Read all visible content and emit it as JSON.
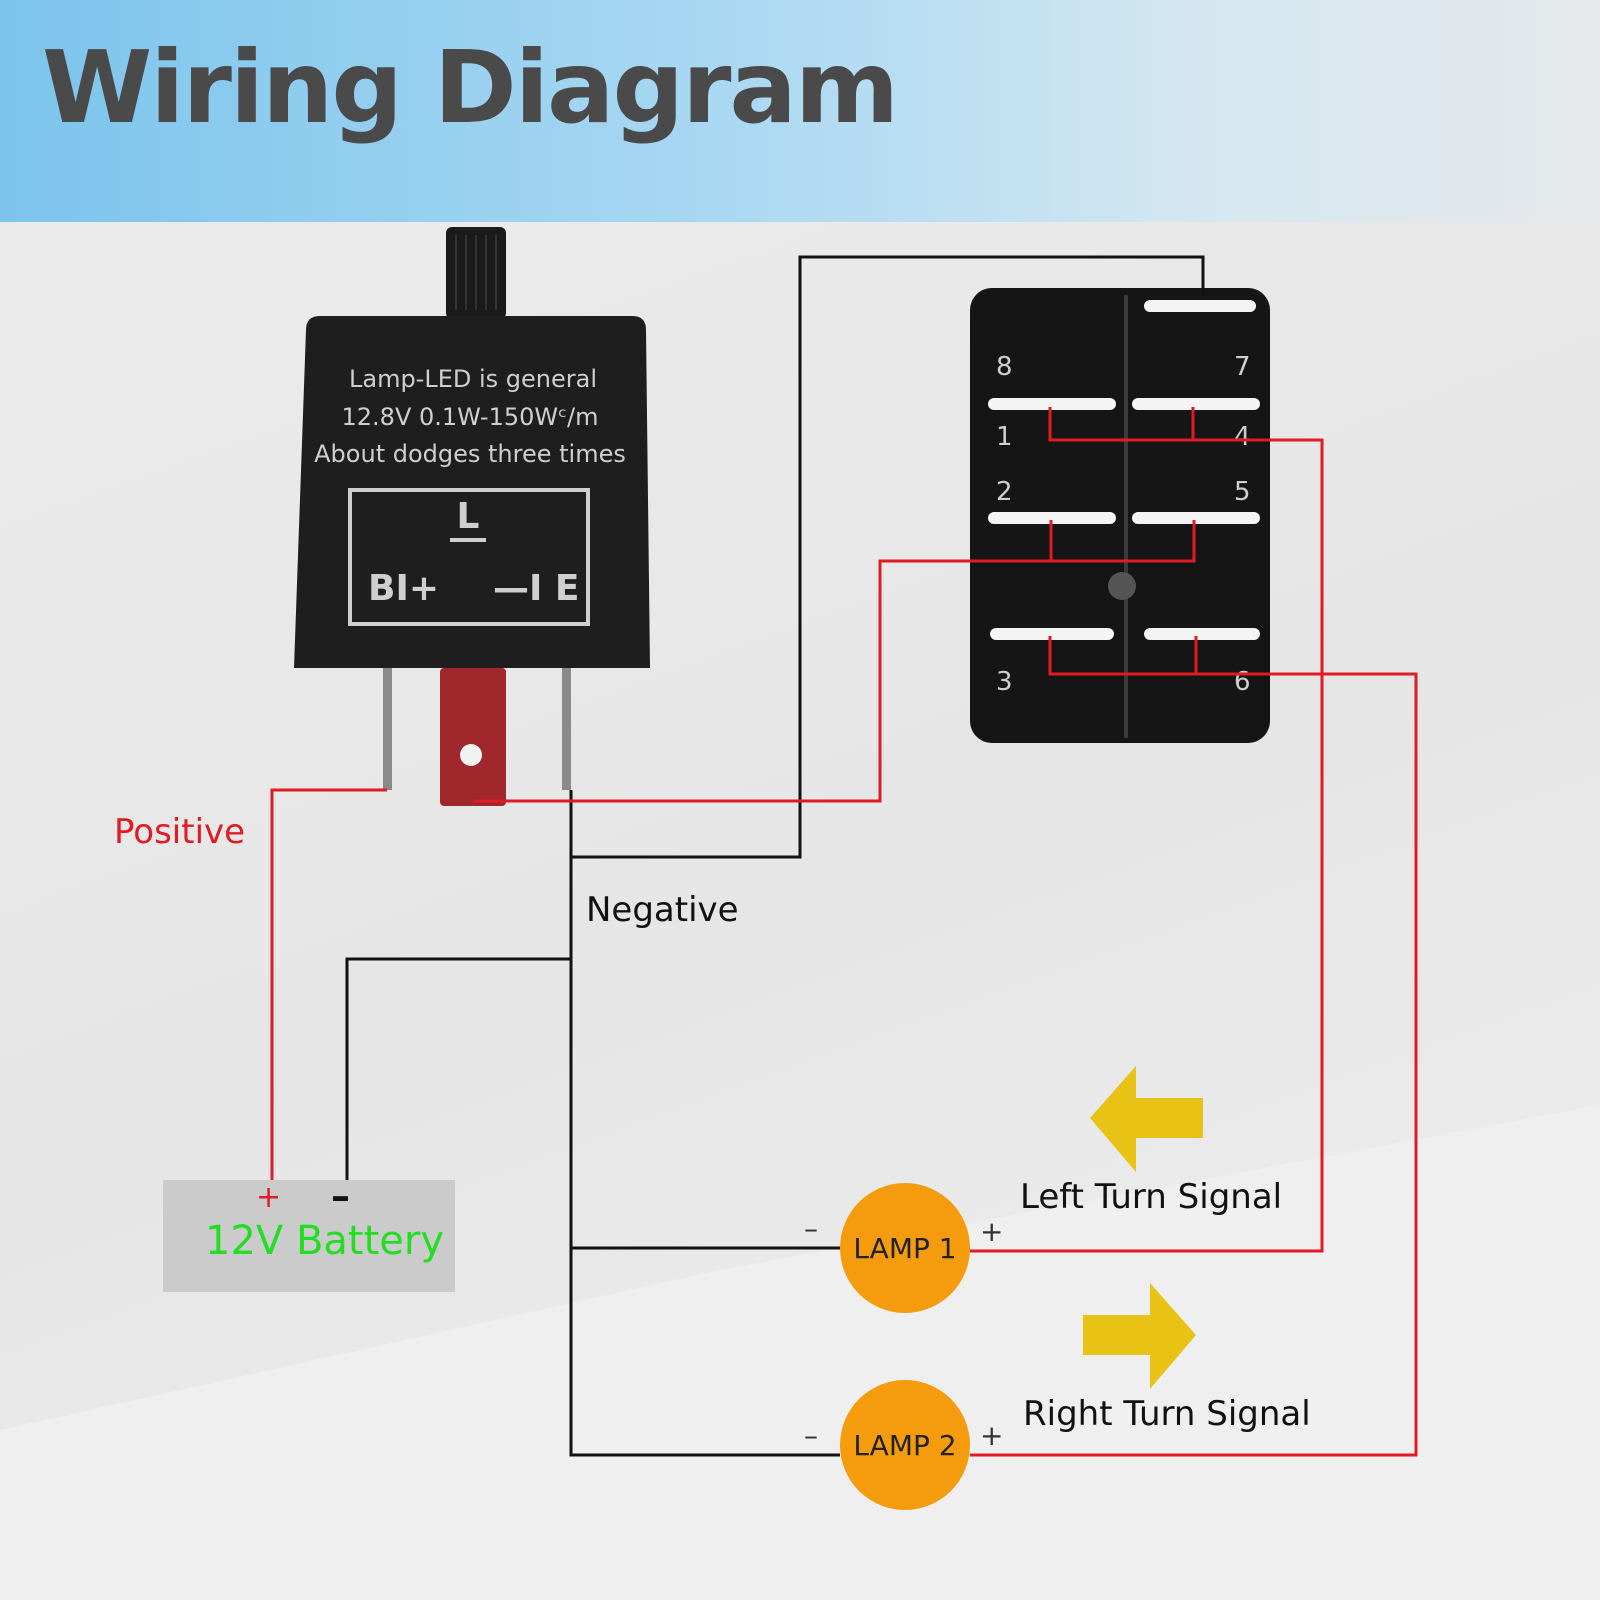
{
  "title": "Wiring Diagram",
  "flasher_relay": {
    "line1": "Lamp-LED is general",
    "line2": "12.8V 0.1W-150Wᶜ/m",
    "line3": "About dodges three times",
    "terminal_l": "L",
    "terminal_b": "BI+",
    "terminal_e": "—I E"
  },
  "labels": {
    "positive": "Positive",
    "negative": "Negative",
    "left_turn": "Left Turn Signal",
    "right_turn": "Right Turn Signal"
  },
  "battery": {
    "label": "12V Battery",
    "plus": "+",
    "minus": "–"
  },
  "lamps": [
    {
      "label": "LAMP 1",
      "minus": "–",
      "plus": "+"
    },
    {
      "label": "LAMP 2",
      "minus": "–",
      "plus": "+"
    }
  ],
  "switch_pins": [
    "8",
    "7",
    "1",
    "4",
    "2",
    "5",
    "3",
    "6"
  ],
  "colors": {
    "positive_wire": "#e01b24",
    "negative_wire": "#111111",
    "lamp": "#f59c0e",
    "arrow": "#e8c214",
    "battery_text": "#22dd22"
  }
}
